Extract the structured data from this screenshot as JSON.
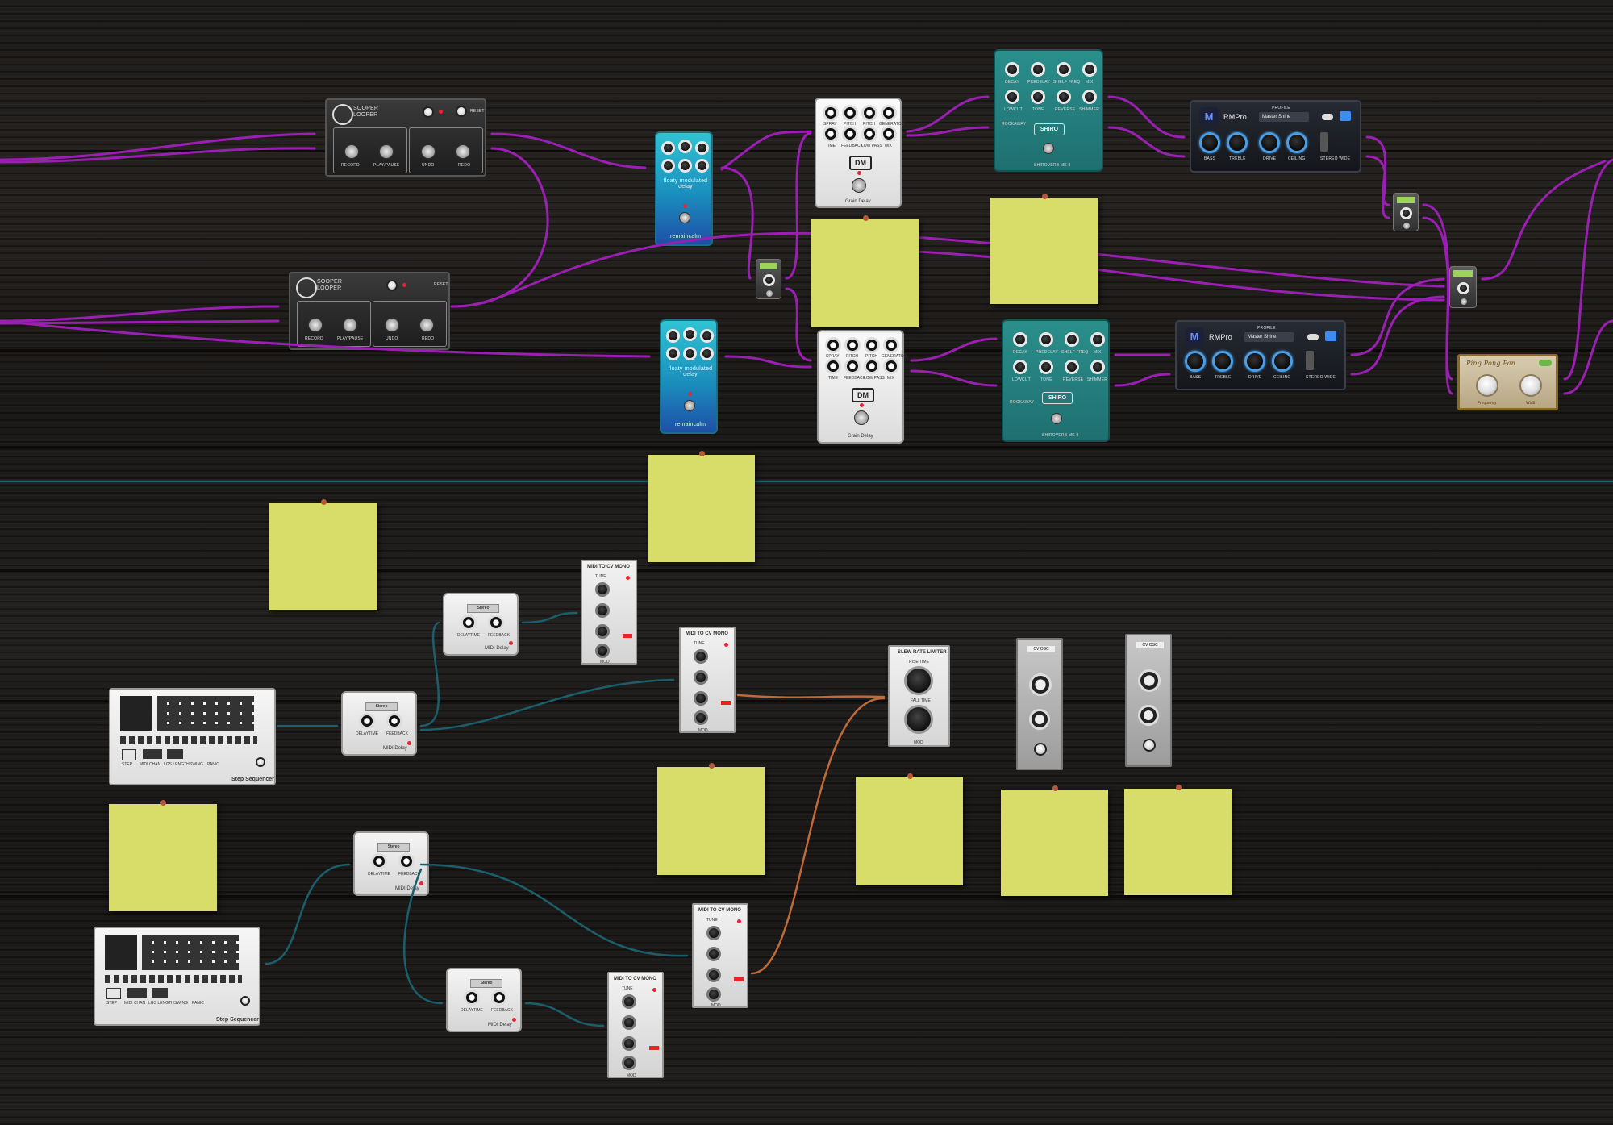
{
  "looper": {
    "title": "SOOPER LOOPER",
    "reset": "RESET",
    "record": "RECORD",
    "play": "PLAY/PAUSE",
    "undo": "UNDO",
    "redo": "REDO"
  },
  "modulation": {
    "title": "floaty modulated delay",
    "brand": "remaincalm"
  },
  "grain": {
    "logo": "DM",
    "title": "Grain Delay",
    "knobs": [
      "SPRAY",
      "PITCH",
      "PITCH",
      "GENERATOR",
      "TIME",
      "FEEDBACK",
      "LOW PASS",
      "MIX"
    ]
  },
  "shiro": {
    "logo": "SHIRO",
    "title": "SHIROVERB MK II",
    "knobs": [
      "DECAY",
      "PREDELAY",
      "SHELF FREQ",
      "MIX",
      "LOWCUT",
      "TONE",
      "REVERSE",
      "SHIMMER"
    ],
    "switch": "ROCKAWAY"
  },
  "rmpro": {
    "logo": "RMPro",
    "profile_label": "PROFILE",
    "profile_value": "Master Shine",
    "bass": "BASS",
    "treble": "TREBLE",
    "drive": "DRIVE",
    "ceiling": "CEILING",
    "stereo": "STEREO WIDE"
  },
  "pingpong": {
    "title": "Ping Pong Pan",
    "freq": "Frequency",
    "width": "Width"
  },
  "midicv": {
    "title": "MIDI TO CV MONO",
    "tune": "TUNE",
    "brand": "MOD"
  },
  "mididelay": {
    "brand": "MIDI Delay",
    "preset": "Stereo",
    "knobs": [
      "DELAYTIME",
      "FEEDBACK"
    ]
  },
  "stepseq": {
    "title": "Step Sequencer",
    "labels": [
      "STEP",
      "MIDI CHAN",
      "LGS LENGTH",
      "SWING",
      "PANIC"
    ]
  },
  "slew": {
    "title": "SLEW RATE LIMITER",
    "knob1": "RISE TIME",
    "knob2": "FALL TIME",
    "brand": "MOD"
  },
  "cvosc": {
    "title": "CV OSC"
  },
  "colors": {
    "purple_cable": "#9b1fb3",
    "teal_cable": "#1b5f6d",
    "orange_cable": "#c06a3a",
    "note": "#d7dd68"
  }
}
